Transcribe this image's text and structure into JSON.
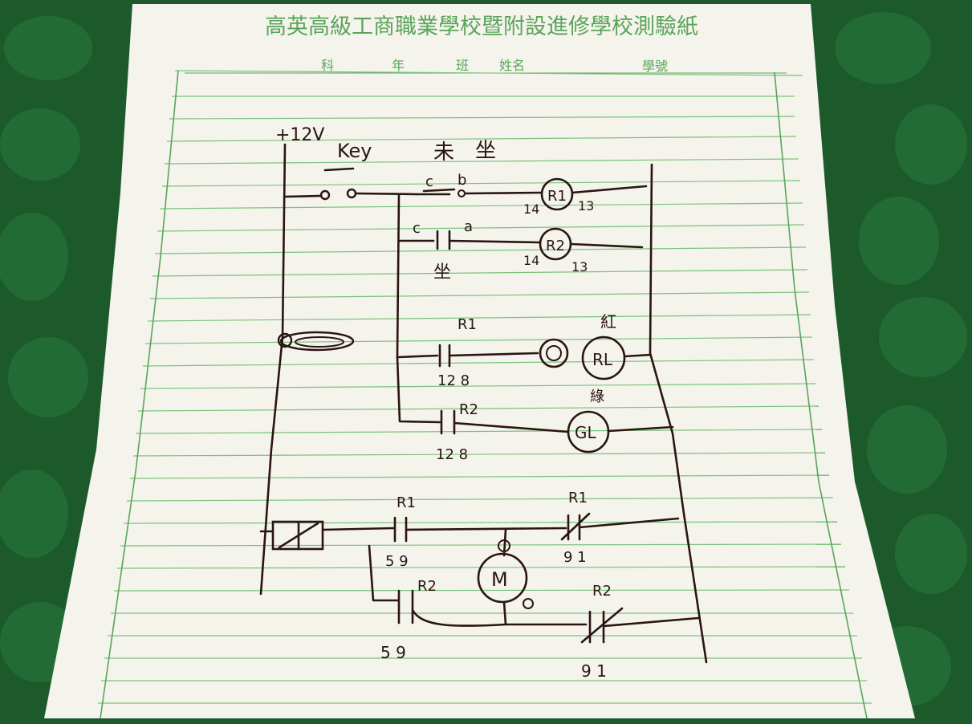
{
  "paper": {
    "header_title": "高英高級工商職業學校暨附設進修學校測驗紙",
    "field_subject": "科",
    "field_year": "年",
    "field_class": "班",
    "field_name": "姓名",
    "field_seat_no": "學號"
  },
  "diagram": {
    "supply_label": "+12V",
    "key_label": "Key",
    "header_left_chars": "未",
    "header_right_chars": "坐",
    "sw_c1": "c",
    "sw_b": "b",
    "sw_c2": "c",
    "sw_a": "a",
    "sw_bottom_label": "坐",
    "relay1_label": "R1",
    "relay1_pin_left": "14",
    "relay1_pin_right": "13",
    "relay2_label": "R2",
    "relay2_pin_left": "14",
    "relay2_pin_right": "13",
    "contact_r1_label": "R1",
    "contact_r1_pins": "12 8",
    "lamp_red_color": "紅",
    "lamp_red_label": "RL",
    "contact_r2_label": "R2",
    "contact_r2_pins": "12 8",
    "lamp_green_color": "綠",
    "lamp_green_label": "GL",
    "lower_r1_no_label": "R1",
    "lower_r1_no_pins": "5 9",
    "lower_r1_nc_label": "R1",
    "lower_r1_nc_pins": "9 1",
    "motor_label": "M",
    "lower_r2_no_label": "R2",
    "lower_r2_no_pins": "5 9",
    "lower_r2_nc_label": "R2",
    "lower_r2_nc_pins": "9 1"
  },
  "colors": {
    "background_mat": "#1c5a2c",
    "paper": "#f4f3ec",
    "print_green": "#5aa55a",
    "ink": "#2a1414"
  }
}
